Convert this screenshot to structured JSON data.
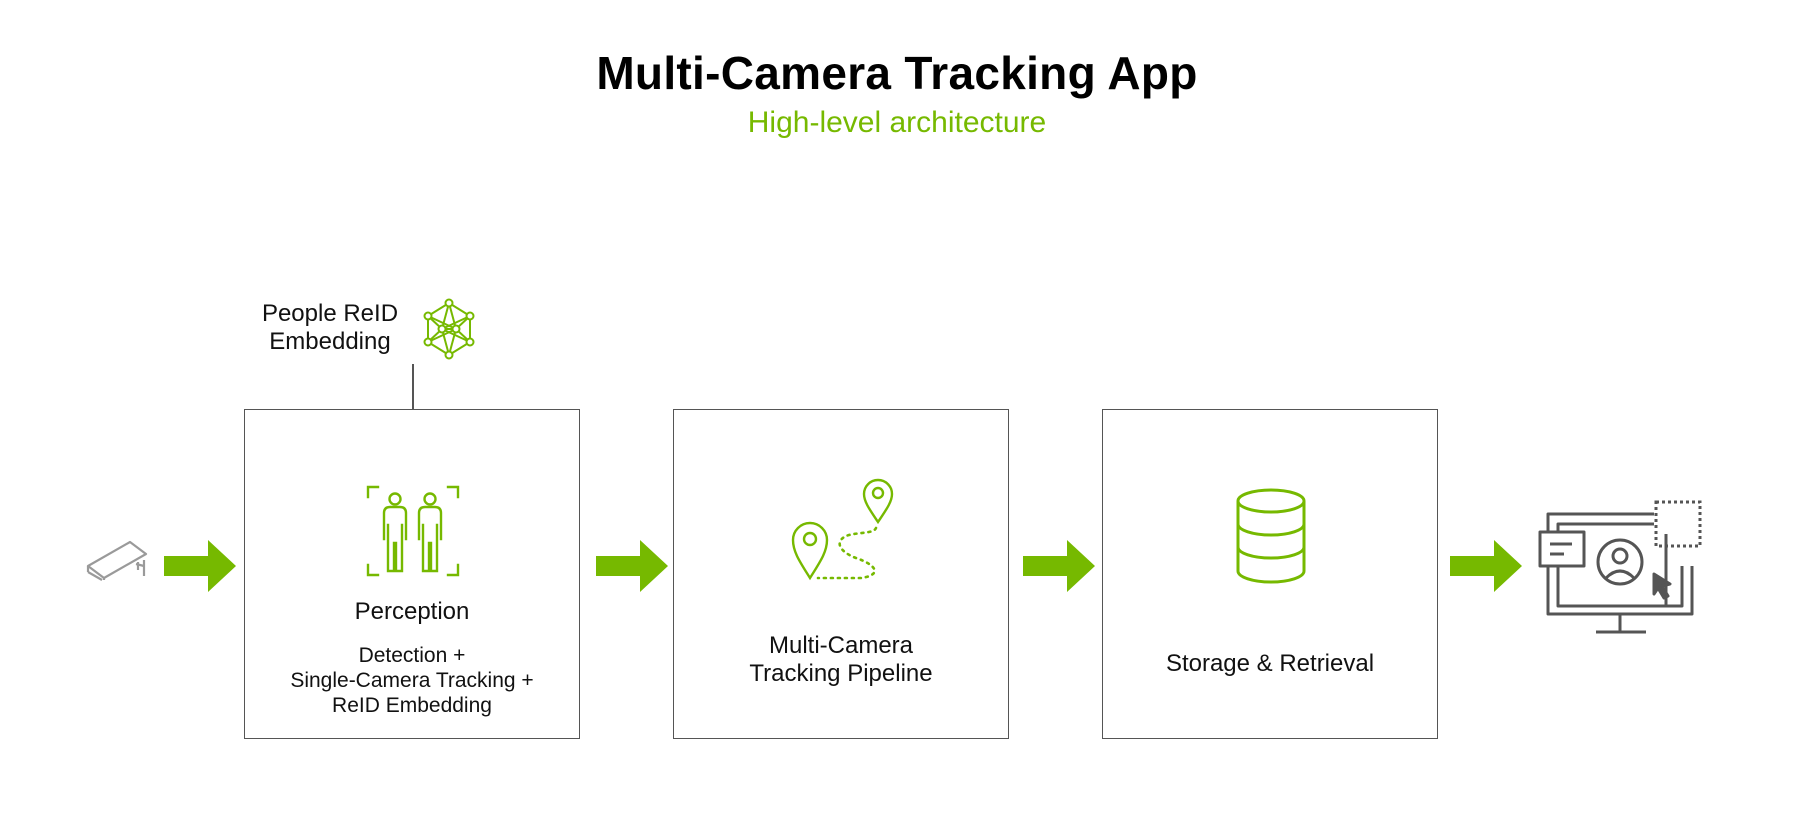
{
  "title": "Multi-Camera Tracking App",
  "subtitle": "High-level architecture",
  "model_label": "People ReID Embedding",
  "boxes": [
    {
      "title": "Perception",
      "desc": [
        "Detection +",
        "Single-Camera Tracking +",
        "ReID Embedding"
      ]
    },
    {
      "title": "Multi-Camera Tracking Pipeline",
      "lines": [
        "Multi-Camera",
        "Tracking Pipeline"
      ]
    },
    {
      "title": "Storage & Retrieval"
    }
  ],
  "icons": {
    "input": "camera-icon",
    "model": "neural-network-icon",
    "perception": "people-detection-icon",
    "mct": "route-pins-icon",
    "storage": "database-icon",
    "output": "monitor-dashboard-icon"
  },
  "colors": {
    "accent": "#76b900",
    "border": "#555555",
    "icon_gray": "#555555",
    "camera_gray": "#9a9a9a",
    "title": "#000000"
  }
}
